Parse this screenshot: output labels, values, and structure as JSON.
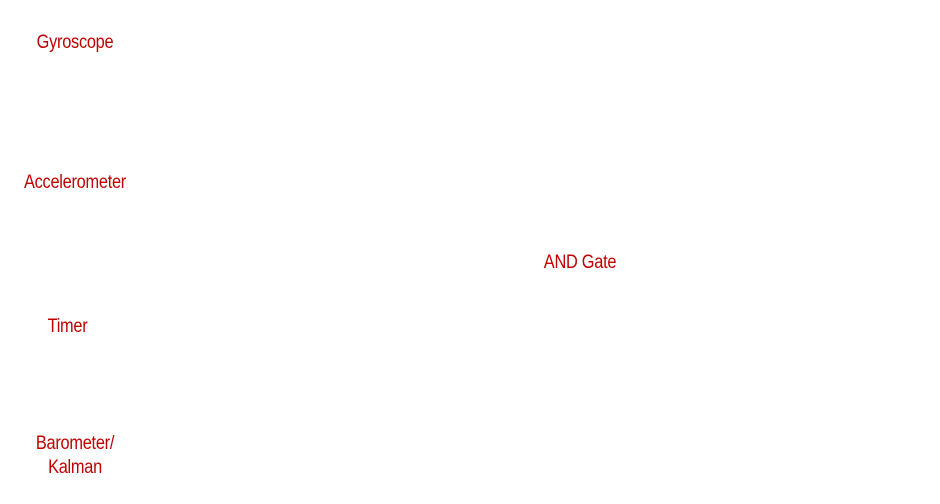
{
  "diagram": {
    "nodes": {
      "gyroscope": {
        "label": "Gyroscope"
      },
      "accelerometer": {
        "label": "Accelerometer"
      },
      "and_gate": {
        "label": "AND Gate"
      },
      "timer": {
        "label": "Timer"
      },
      "barometer_kalman": {
        "line1": "Barometer/",
        "line2": "Kalman"
      }
    },
    "label_color": "#c00000",
    "background_color": "#ffffff"
  }
}
